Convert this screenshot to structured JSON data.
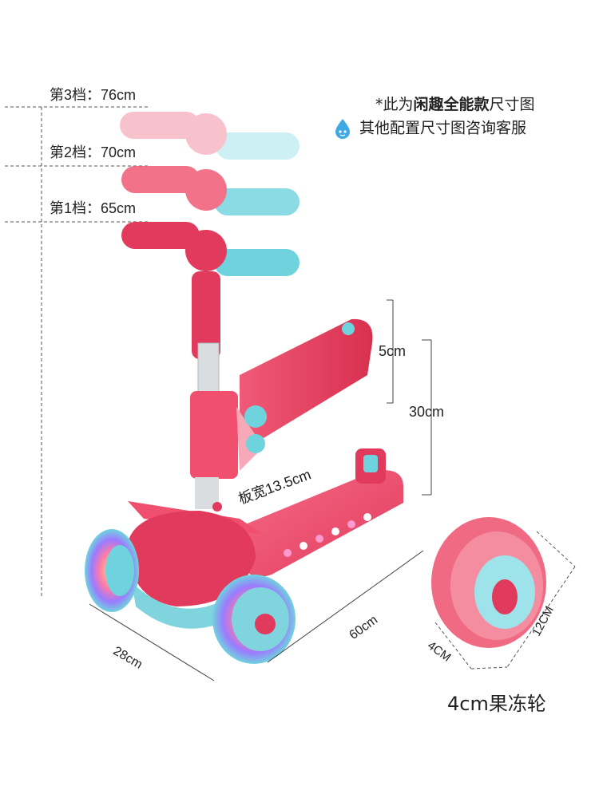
{
  "height_levels": [
    {
      "label": "第3档：76cm"
    },
    {
      "label": "第2档：70cm"
    },
    {
      "label": "第1档：65cm"
    }
  ],
  "notes": {
    "line1_prefix": "*此为",
    "line1_bold": "闲趣全能款",
    "line1_suffix": "尺寸图",
    "line2": "其他配置尺寸图咨询客服",
    "icon": "water-drop-icon"
  },
  "dimensions": {
    "seat_height": "5cm",
    "seat_to_deck": "30cm",
    "deck_width": "板宽13.5cm",
    "length": "60cm",
    "width": "28cm",
    "wheel_width": "4CM",
    "wheel_diameter": "12CM"
  },
  "caption": "4cm果冻轮",
  "colors": {
    "pink": "#f0506e",
    "deep_pink": "#e23a5c",
    "light_pink": "#f7a9b8",
    "cyan": "#6fd3de",
    "dash": "#555555"
  }
}
